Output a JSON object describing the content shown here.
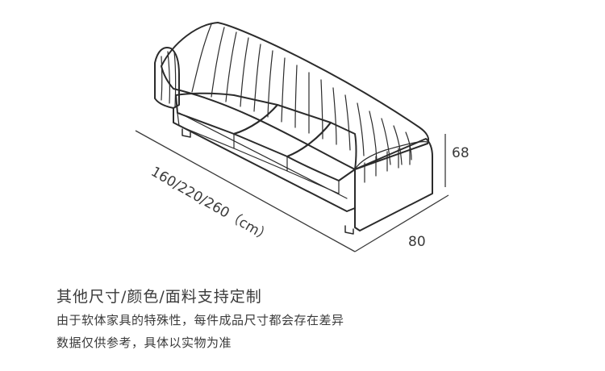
{
  "diagram": {
    "dim_length": "160/220/260（cm）",
    "dim_depth": "80",
    "dim_height": "68",
    "line_color": "#2b2b2b",
    "fill_color": "#ffffff"
  },
  "caption": {
    "title": "其他尺寸/颜色/面料支持定制",
    "note_line1": "由于软体家具的特殊性，每件成品尺寸都会存在差异",
    "note_line2": "数据仅供参考，具体以实物为准"
  }
}
